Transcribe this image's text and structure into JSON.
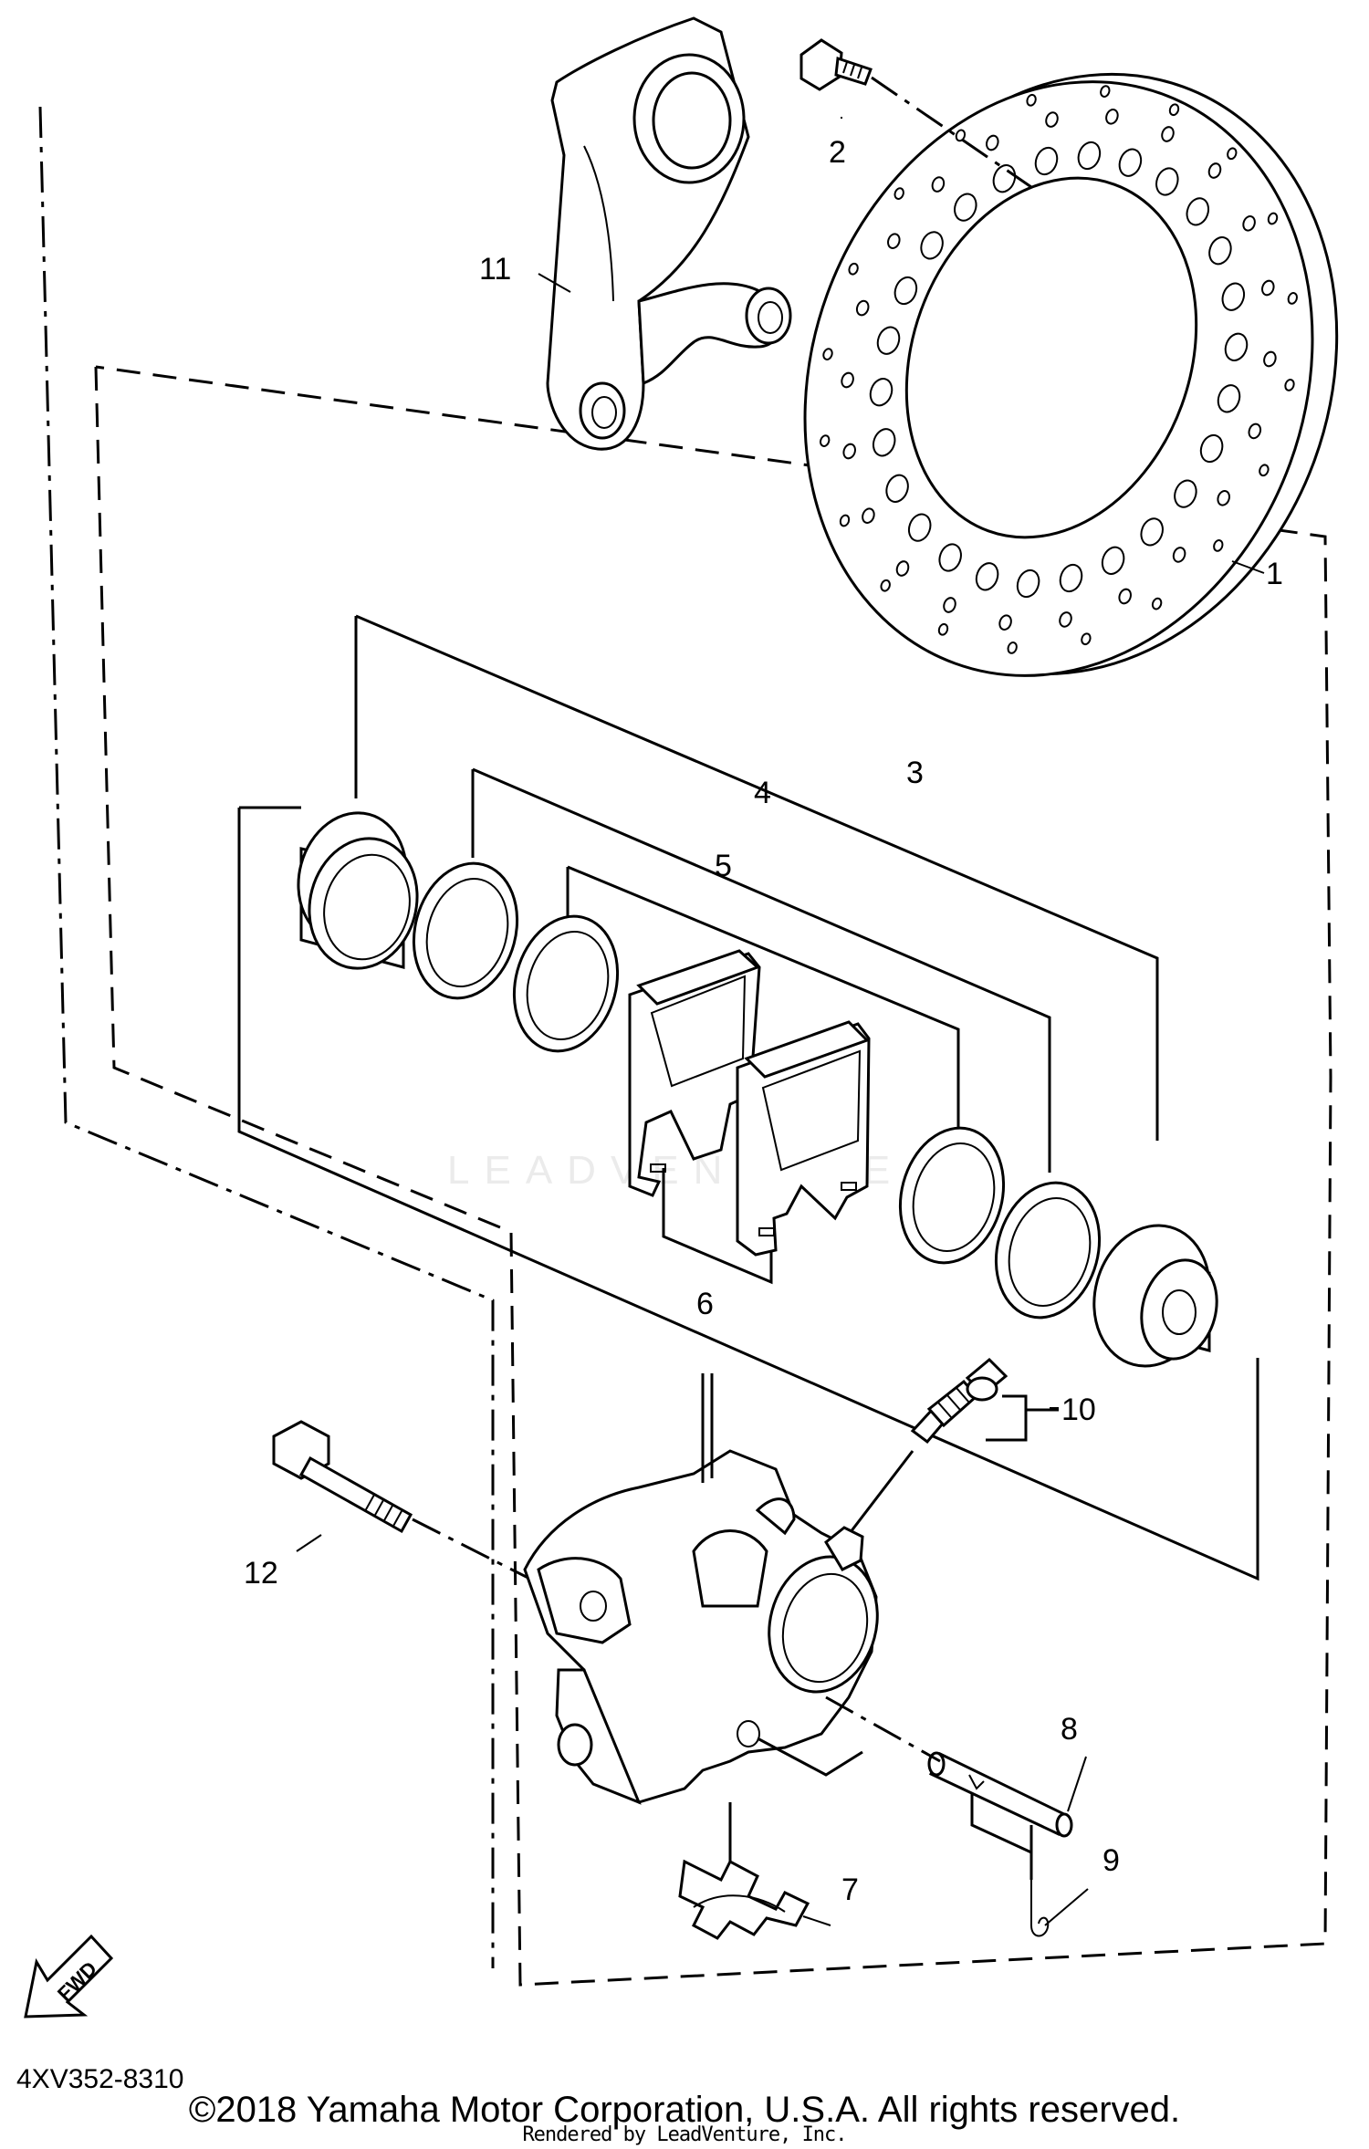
{
  "diagram": {
    "callouts": [
      "1",
      "2",
      "3",
      "4",
      "5",
      "6",
      "7",
      "8",
      "9",
      "10",
      "11",
      "12"
    ],
    "fwd_label": "FWD",
    "watermark": "LEADVENTURE"
  },
  "footer": {
    "diagram_code": "4XV352-8310",
    "copyright": "©2018 Yamaha Motor Corporation, U.S.A. All rights reserved.",
    "rendered_by": "Rendered by LeadVenture, Inc."
  }
}
